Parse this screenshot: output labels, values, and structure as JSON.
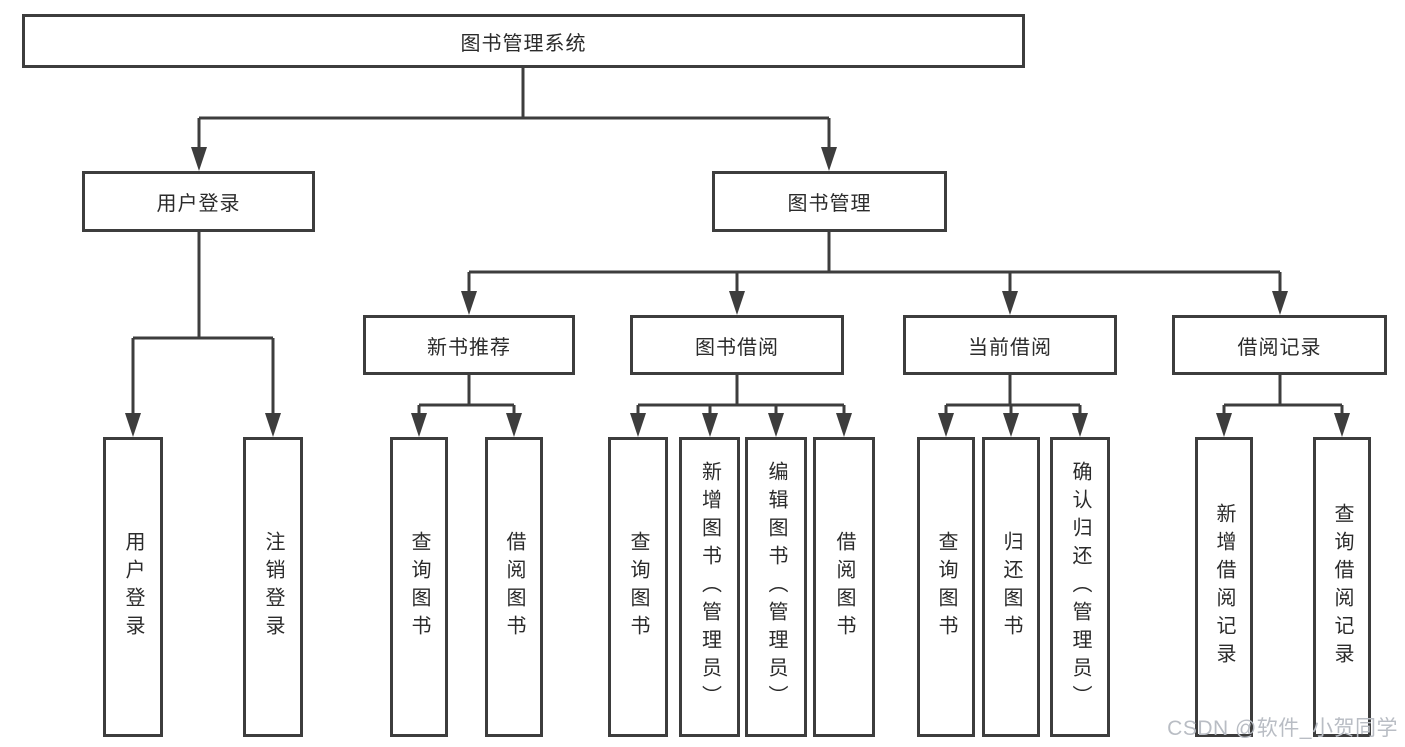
{
  "colors": {
    "line": "#3d3d3d",
    "text": "#2b2b2b",
    "watermark": "#b9bdc4",
    "background": "#ffffff"
  },
  "tree": {
    "root": {
      "label": "图书管理系统"
    },
    "branches": [
      {
        "label": "用户登录",
        "children": [
          {
            "label": "用户登录"
          },
          {
            "label": "注销登录"
          }
        ]
      },
      {
        "label": "图书管理",
        "children": [
          {
            "label": "新书推荐",
            "children": [
              {
                "label": "查询图书"
              },
              {
                "label": "借阅图书"
              }
            ]
          },
          {
            "label": "图书借阅",
            "children": [
              {
                "label": "查询图书"
              },
              {
                "label": "新增图书（管理员）"
              },
              {
                "label": "编辑图书（管理员）"
              },
              {
                "label": "借阅图书"
              }
            ]
          },
          {
            "label": "当前借阅",
            "children": [
              {
                "label": "查询图书"
              },
              {
                "label": "归还图书"
              },
              {
                "label": "确认归还（管理员）"
              }
            ]
          },
          {
            "label": "借阅记录",
            "children": [
              {
                "label": "新增借阅记录"
              },
              {
                "label": "查询借阅记录"
              }
            ]
          }
        ]
      }
    ]
  },
  "watermark": {
    "text": "CSDN @软件_小贺同学"
  }
}
